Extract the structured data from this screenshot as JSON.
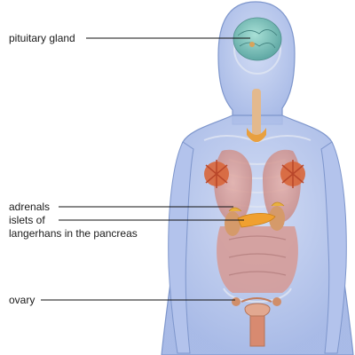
{
  "labels": {
    "pituitary": "pituitary gland",
    "adrenals": "adrenals",
    "islets_line1": "islets of",
    "islets_line2": "langerhans in the pancreas",
    "ovary": "ovary"
  },
  "colors": {
    "body_outline": "#8ea6d8",
    "body_fill": "#b9c8ee",
    "brain": "#7fc8c0",
    "organs": "#d8908c",
    "gland_orange": "#e8a040",
    "breast": "#d8663a",
    "leader_line": "#111111"
  }
}
